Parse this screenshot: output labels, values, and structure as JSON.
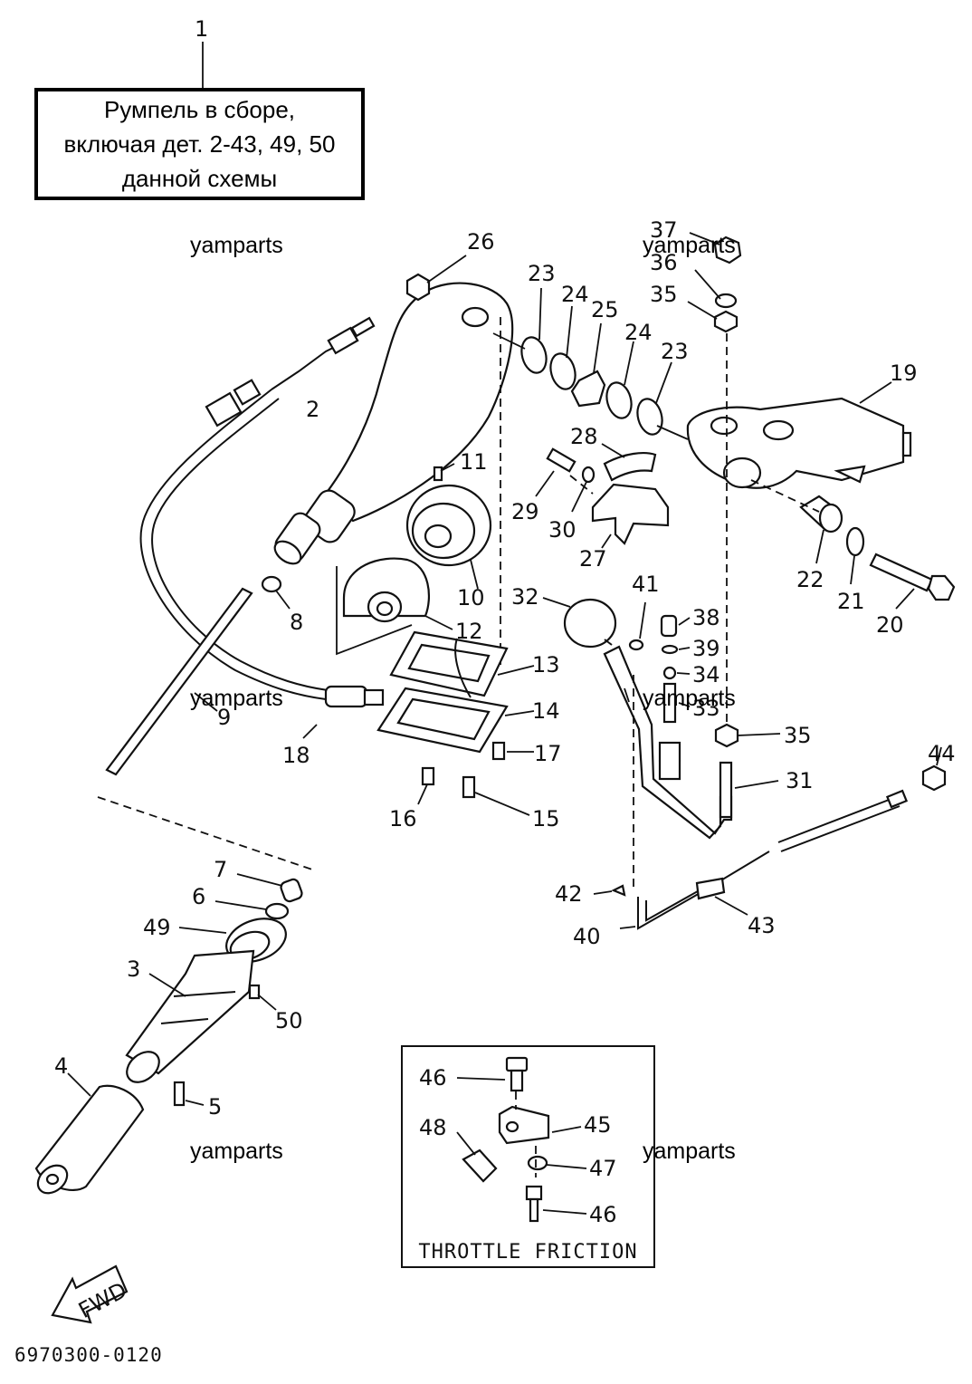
{
  "assembly_note": {
    "number": "1",
    "lines": [
      "Румпель в сборе,",
      "включая дет. 2-43, 49, 50",
      "данной схемы"
    ]
  },
  "watermark": "yamparts",
  "inset": {
    "caption": "THROTTLE FRICTION"
  },
  "fwd_label": "FWD",
  "catalog_code": "6970300-0120",
  "callouts": {
    "c1": "1",
    "c2": "2",
    "c3": "3",
    "c4": "4",
    "c5": "5",
    "c6": "6",
    "c7": "7",
    "c8": "8",
    "c9": "9",
    "c10": "10",
    "c11": "11",
    "c12": "12",
    "c13": "13",
    "c14": "14",
    "c15": "15",
    "c16": "16",
    "c17": "17",
    "c18": "18",
    "c19": "19",
    "c20": "20",
    "c21": "21",
    "c22": "22",
    "c23a": "23",
    "c23b": "23",
    "c24a": "24",
    "c24b": "24",
    "c25": "25",
    "c26": "26",
    "c27": "27",
    "c28": "28",
    "c29": "29",
    "c30": "30",
    "c31": "31",
    "c32": "32",
    "c33": "33",
    "c34": "34",
    "c35a": "35",
    "c35b": "35",
    "c36": "36",
    "c37": "37",
    "c38": "38",
    "c39": "39",
    "c40": "40",
    "c41": "41",
    "c42": "42",
    "c43": "43",
    "c44": "44",
    "c45": "45",
    "c46a": "46",
    "c46b": "46",
    "c47": "47",
    "c48": "48",
    "c49": "49",
    "c50": "50"
  }
}
